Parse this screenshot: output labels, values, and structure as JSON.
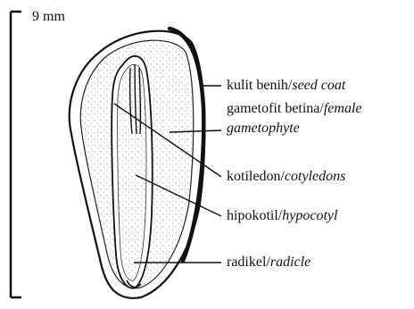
{
  "scale": {
    "label": "9 mm"
  },
  "labels": {
    "seed_coat": {
      "local": "kulit benih",
      "sep": "/",
      "english": "seed coat"
    },
    "female_gametophyte": {
      "local": "gametofit betina",
      "sep": "/",
      "english_line1": "female",
      "english_line2": "gametophyte"
    },
    "cotyledons": {
      "local": "kotiledon",
      "sep": "/",
      "english": "cotyledons"
    },
    "hypocotyl": {
      "local": "hipokotil",
      "sep": "/",
      "english": "hypocotyl"
    },
    "radicle": {
      "local": "radikel",
      "sep": "/",
      "english": "radicle"
    }
  },
  "colors": {
    "ink": "#111111",
    "stipple": "#555555"
  }
}
